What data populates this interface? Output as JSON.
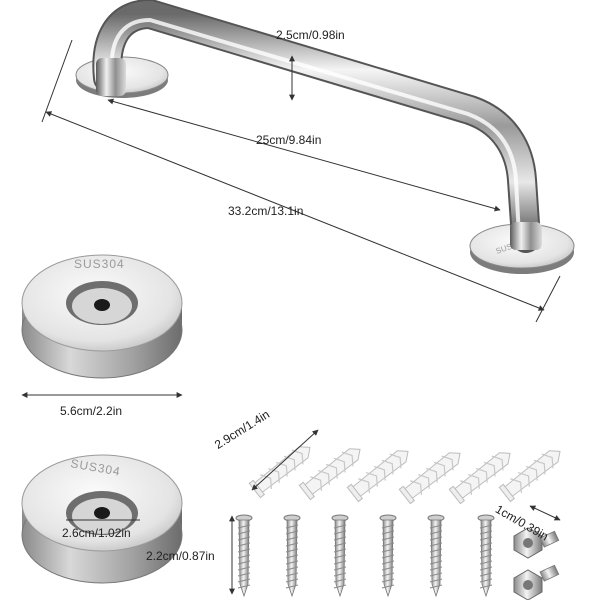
{
  "dimensions": {
    "tube_diameter": "2.5cm/0.98in",
    "center_distance": "25cm/9.84in",
    "overall_length": "33.2cm/13.1in",
    "flange_diameter": "5.6cm/2.2in",
    "anchor_length": "2.9cm/1.4in",
    "flange_hole": "2.6cm/1.02in",
    "screw_length": "2.2cm/0.87in",
    "bolt_length": "1cm/0.39in"
  },
  "flange_stamp": "SUS304",
  "colors": {
    "chrome_dark": "#5a5a5a",
    "chrome_light": "#f2f2f2",
    "anchor_white": "#f4f4f4",
    "dimension_line": "#333333"
  }
}
